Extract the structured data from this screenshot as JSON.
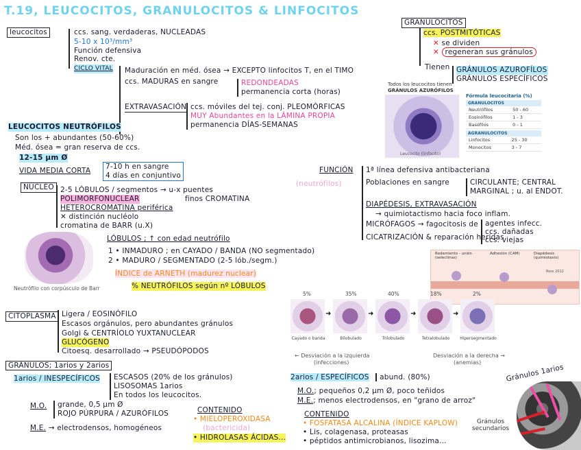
{
  "title": "T.19, LEUCOCITOS, GRANULOCITOS & LINFOCITOS",
  "leucocitos": {
    "label": "leucocitos",
    "lines": [
      "ccs. sang. verdaderas, NUCLEADAS",
      "5-10 x 10³/mm³",
      "Función defensiva",
      "Renov. cte."
    ],
    "ciclo_vital": "CICLO VITAL",
    "maduracion": "Maduración en méd. ósea → EXCEPTO linfocitos T, en el TIMO",
    "maduran": "ccs. MADURAS en sangre",
    "redondeadas": "REDONDEADAS",
    "permanencia": "permanencia corta (horas)",
    "extravasacion": "EXTRAVASACIÓN",
    "moviles": "ccs. móviles del tej. conj. PLEOMÓRFICAS",
    "abundantes": "MUY Abundantes en la LÁMINA PROPIA",
    "permanencia_larga": "permanencia DÍAS-SEMANAS"
  },
  "granulocitos_box": {
    "label": "GRANULOCITOS",
    "ccs": "ccs. POSTMITÓTICAS",
    "x1": "se dividen",
    "x2": "regeneran sus gránulos",
    "tienen": "Tienen",
    "azur": "GRÁNULOS AZUROFÍLOS",
    "espec": "GRÁNULOS ESPECÍFICOS"
  },
  "figure_top": {
    "caption_top": "Todos los leucocitos tienen",
    "caption_bottom": "GRÁNULOS AZURÓFILOS",
    "watermark": "Leucocito (linfocito)",
    "formula_title": "Fórmula leucocitaria (%)",
    "group1": "GRANULOCITOS",
    "rows1": [
      [
        "Neutrófilos",
        "50 - 60"
      ],
      [
        "Eosinófilos",
        "1 - 3"
      ],
      [
        "Basófilos",
        "0 - 1"
      ]
    ],
    "group2": "AGRANULOCITOS",
    "rows2": [
      [
        "Linfocitos",
        "25 - 30"
      ],
      [
        "Monocitos",
        "3 - 7"
      ]
    ]
  },
  "neutrofilos": {
    "heading": "LEUCOCITOS NEUTRÓFILOS",
    "son": "Son los + abundantes (50-60%)",
    "medula": "Méd. ósea = gran reserva de ccs.",
    "size": "12-15 µm Ø",
    "vida": "VIDA MEDIA CORTA",
    "dias1": "7-10 h en sangre",
    "dias2": "4 días en conjuntivo",
    "nucleo": "NÚCLEO",
    "lobulos": "2-5 LÓBULOS / segmentos → u-x puentes",
    "poli": "POLIMORFONUCLEAR",
    "finos": "finos CROMATINA",
    "hetero": "HETEROCROMATINA periférica",
    "nucleolo": "✕ distinción nucléolo",
    "barr": "cromatina de BARR (u.X)",
    "lobulos2": "LÓBULOS ; ↑ con edad neutrófilo",
    "inmaduro": "1 • INMADURO ; en CAYADO / BANDA (NO segmentado)",
    "maduro": "2 • MADURO / SEGMENTADO (2-5 lób./segm.)",
    "arneth": "ÍNDICE de ARNETH (madurez nuclear)",
    "porc": "% NEUTRÓFILOS según nº LÓBULOS",
    "img_caption": "Neutrófilo con corpúsculo de Barr"
  },
  "funcion": {
    "label": "FUNCIÓN",
    "sub": "(neutrófilos)",
    "l1": "1ª línea defensiva antibacteriana",
    "l2": "Poblaciones en sangre",
    "circulante": "CIRCULANTE; CENTRAL",
    "marginal": "MARGINAL ; u. al ENDOT.",
    "diapedesis": "DIAPÉDESIS, EXTRAVASACIÓN",
    "quimio": "→ quimiotactismo hacia foco inflam.",
    "microfagos": "MICRÓFAGOS → fagocitosis de",
    "agentes": "agentes infecc.",
    "danadas": "ccs. dañadas",
    "viejas": "ccs. viejas",
    "cicatrizacion": "CICATRIZACIÓN & reparación heridas",
    "diagram_labels": [
      "Rodamiento - unión (selectinas)",
      "Adhesión (CAM)",
      "Diapédesis (quimiotaxis)"
    ],
    "diagram_note": "Ross 2012"
  },
  "stages": {
    "percents": [
      "5%",
      "35%",
      "40%",
      "18%",
      "2%"
    ],
    "names": [
      "Cayado o banda",
      "Bilobulado",
      "Trilobulado",
      "Tetralobulado",
      "Hipersegmentado"
    ],
    "left_note": "← Desviación a la izquierda",
    "left_sub": "(infecciones)",
    "right_note": "Desviación a la derecha →",
    "right_sub": "(anemias)"
  },
  "citoplasma": {
    "label": "CITOPLASMA",
    "l1": "Ligera / EOSINÓFILO",
    "l2": "Escasos orgánulos, pero abundantes gránulos",
    "l3": "Golgi & CENTRÍOLO YUXTANUCLEAR",
    "l4": "GLUCÓGENO",
    "l5": "Citoesq. desarrollado → PSEUDÓPODOS"
  },
  "granulos": {
    "label": "GRÁNULOS; 1arios y 2arios",
    "prim": "1arios / INESPECÍFICOS",
    "escasos": "ESCASOS (20% de los gránulos)",
    "lisosomas": "LISOSOMAS 1arios",
    "todos": "En todos los leucocitos.",
    "mo_label": "M.O.",
    "mo_text": "grande, 0,5 µm Ø",
    "mo_text2": "ROJO PÚRPURA / AZURÓFILOS",
    "me_label": "M.E.",
    "me_text": "→ electrodensos, homogéneos",
    "contenido1": "CONTENIDO",
    "c1a": "• MIELOPEROXIDASA",
    "c1b": "(bactericida)",
    "c1c": "• HIDROLASAS ÁCIDAS...",
    "sec": "2arios / ESPECÍFICOS",
    "abund": "abund. (80%)",
    "mo2_label": "M.O.",
    "mo2_text": "; pequeños 0,2 µm Ø, poco teñidos",
    "me2_label": "M.E.",
    "me2_text": "; menos electrodensos, en \"grano de arroz\"",
    "contenido2": "CONTENIDO",
    "c2a": "• FOSFATASA ALCALINA (ÍNDICE KAPLOW)",
    "c2b": "• Lis, colagenasa, proteasas",
    "c2c": "• péptidos antimicrobianos, lisozima...",
    "photo_top": "Gránulos 1arios",
    "photo_bottom": "Gránulos secundarios"
  }
}
